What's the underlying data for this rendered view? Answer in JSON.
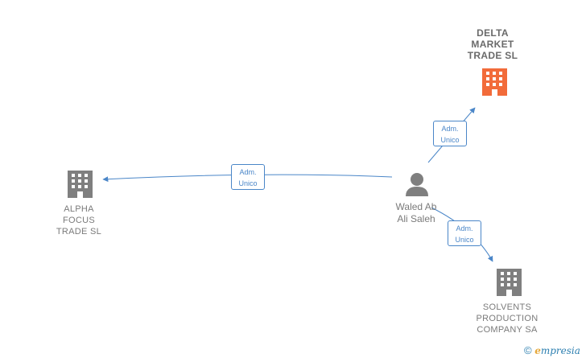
{
  "colors": {
    "edge": "#4a86c8",
    "company_primary": "#f26b3a",
    "company": "#7f7f7f",
    "person": "#7f7f7f"
  },
  "nodes": {
    "delta": {
      "label": "DELTA\nMARKET\nTRADE  SL",
      "icon": "building-icon"
    },
    "alpha": {
      "label": "ALPHA\nFOCUS\nTRADE  SL",
      "icon": "building-icon"
    },
    "solvents": {
      "label": "SOLVENTS\nPRODUCTION\nCOMPANY SA",
      "icon": "building-icon"
    },
    "person": {
      "label": "Waled Ab\nAli Saleh",
      "icon": "person-icon"
    }
  },
  "edges": [
    {
      "id": "to-delta",
      "label": "Adm.\nUnico"
    },
    {
      "id": "to-alpha",
      "label": "Adm.\nUnico"
    },
    {
      "id": "to-solvents",
      "label": "Adm.\nUnico"
    }
  ],
  "watermark": {
    "symbol": "©",
    "brand_initial": "e",
    "brand_rest": "mpresia"
  }
}
